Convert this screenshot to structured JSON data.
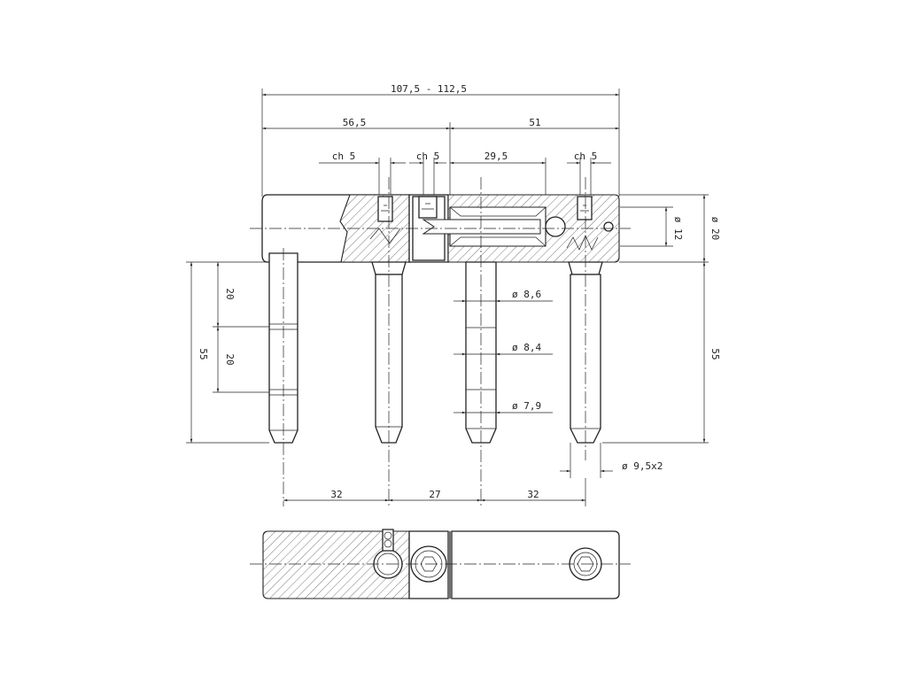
{
  "drawing": {
    "dimensions": {
      "overall_length": "107,5 - 112,5",
      "left_length": "56,5",
      "right_length": "51",
      "chamfer_left": "ch 5",
      "chamfer_center": "ch 5",
      "chamfer_right": "ch 5",
      "bore_depth": "29,5",
      "bore_diameter": "ø 12",
      "body_diameter": "ø 20",
      "pin_diameter_1": "ø 8,6",
      "pin_diameter_2": "ø 8,4",
      "pin_diameter_3": "ø 7,9",
      "pin_diameter_right": "ø 9,5x2",
      "pin_length_left": "55",
      "pin_length_right": "55",
      "pin_segment_upper": "20",
      "pin_segment_lower": "20",
      "pin_spacing_1": "32",
      "pin_spacing_2": "27",
      "pin_spacing_3": "32"
    }
  }
}
